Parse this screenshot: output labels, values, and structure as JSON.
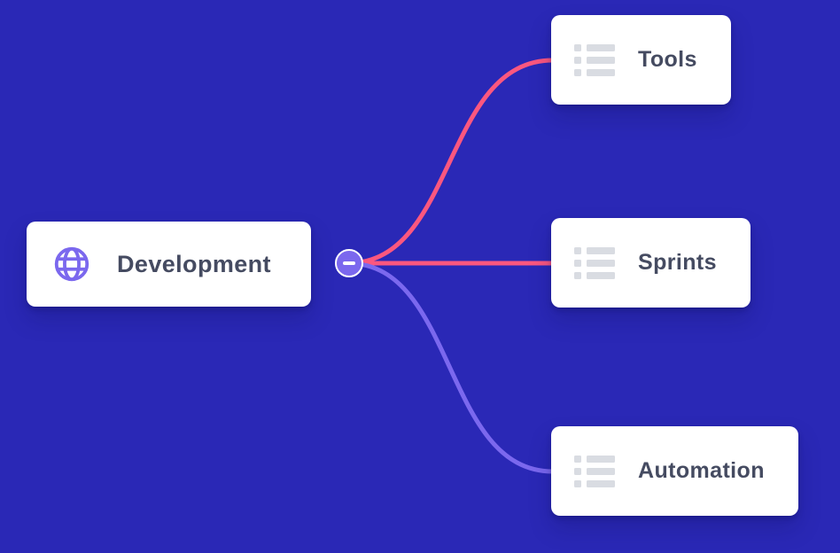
{
  "colors": {
    "background": "#2a28b6",
    "pink": "#fb577f",
    "purple": "#7b68ee",
    "node_text": "#454b61",
    "icon_gray": "#d9dce2",
    "card_bg": "#ffffff"
  },
  "nodes": {
    "root": {
      "label": "Development",
      "icon": "globe-icon"
    },
    "children": [
      {
        "label": "Tools",
        "icon": "list-icon"
      },
      {
        "label": "Sprints",
        "icon": "list-icon"
      },
      {
        "label": "Automation",
        "icon": "list-icon"
      }
    ]
  },
  "collapse_button": {
    "glyph": "minus"
  }
}
